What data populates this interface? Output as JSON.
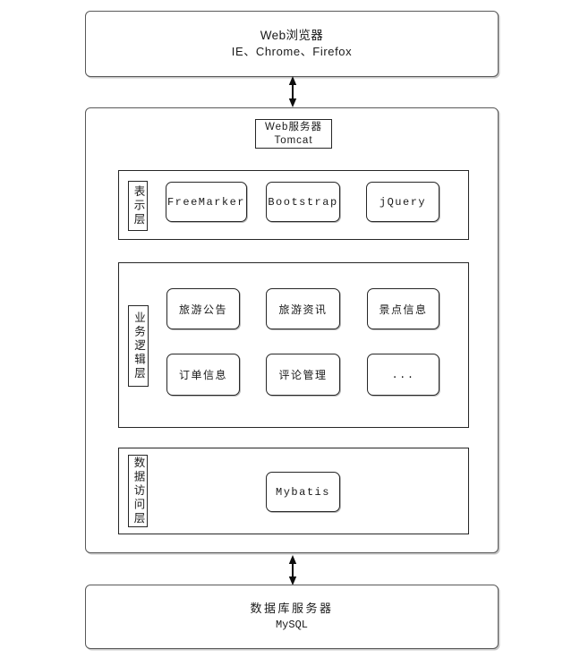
{
  "browser_box": {
    "title": "Web浏览器",
    "subtitle": "IE、Chrome、Firefox"
  },
  "server_box": {
    "name": "Web服务器",
    "tech": "Tomcat"
  },
  "layers": [
    {
      "label": "表示层",
      "items": [
        "FreeMarker",
        "Bootstrap",
        "jQuery"
      ]
    },
    {
      "label": "业务逻辑层",
      "items": [
        "旅游公告",
        "旅游资讯",
        "景点信息",
        "订单信息",
        "评论管理",
        "..."
      ]
    },
    {
      "label": "数据访问层",
      "items": [
        "Mybatis"
      ]
    }
  ],
  "database_box": {
    "title": "数据库服务器",
    "subtitle": "MySQL"
  },
  "colors": {
    "outer_border": "#595959",
    "inner_border": "#262626",
    "arrow": "#0d0d0d",
    "background": "#ffffff"
  }
}
